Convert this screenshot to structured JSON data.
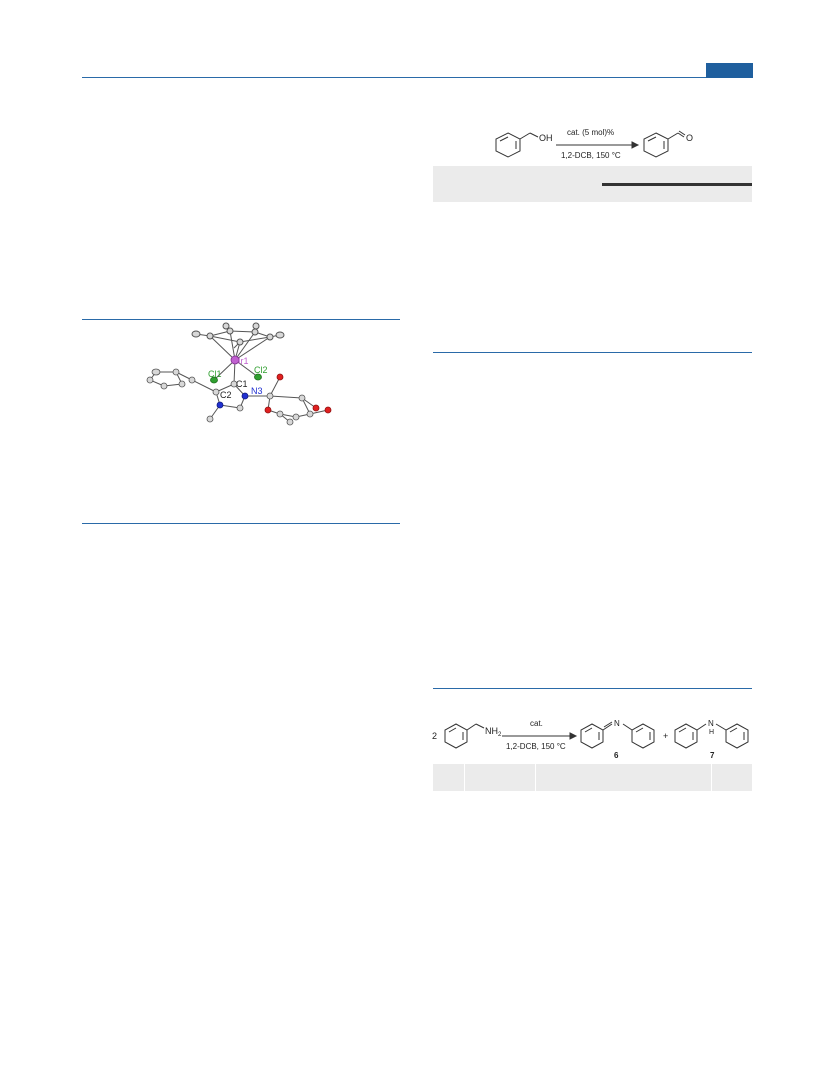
{
  "scheme1": {
    "reactant_group": "OH",
    "conditions_top": "cat. (5 mol)%",
    "conditions_bottom": "1,2-DCB, 150 °C",
    "product_group": "O"
  },
  "figure": {
    "atom_labels": {
      "ir1": "Ir1",
      "cl1": "Cl1",
      "cl2": "Cl2",
      "c1": "C1",
      "c2": "C2",
      "n3": "N3"
    }
  },
  "scheme2": {
    "coefficient": "2",
    "reactant_group": "NH",
    "reactant_subscript": "2",
    "conditions_top": "cat.",
    "conditions_bottom": "1,2-DCB, 150 °C",
    "imine_atom": "N",
    "plus": "+",
    "amine_atom": "N",
    "amine_h": "H",
    "product1_label": "6",
    "product2_label": "7"
  },
  "colors": {
    "accent_blue": "#1f5f9e",
    "rule_blue": "#2a6aa8",
    "table_gray": "#ebebeb",
    "iridium": "#c060d0",
    "chlorine": "#30a030",
    "nitrogen": "#2030d0",
    "oxygen": "#e02020"
  }
}
